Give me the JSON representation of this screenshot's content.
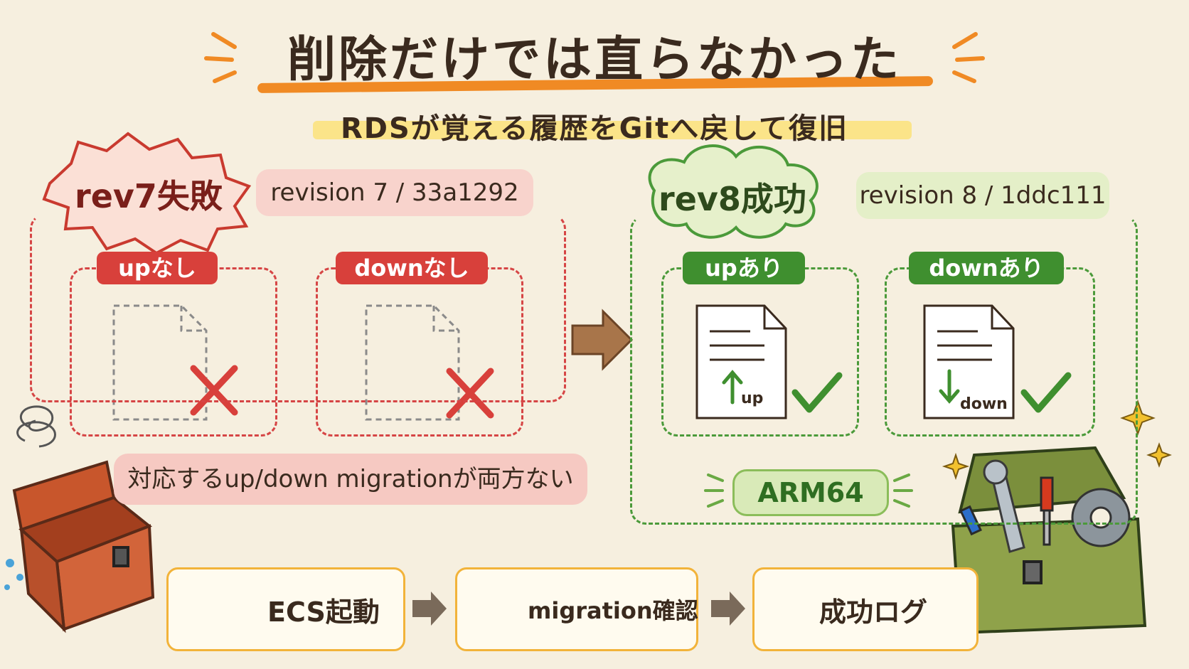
{
  "title": "削除だけでは直らなかった",
  "subtitle": "RDSが覚える履歴をGitへ戻して復旧",
  "left": {
    "badge": "rev7失敗",
    "revision": "revision 7 / 33a1292",
    "up_label": "upなし",
    "down_label": "downなし",
    "note": "対応するup/down migrationが両方ない"
  },
  "right": {
    "badge": "rev8成功",
    "revision": "revision 8 / 1ddc111",
    "up_label": "upあり",
    "down_label": "downあり",
    "up_file_text": "up",
    "down_file_text": "down",
    "arch": "ARM64"
  },
  "steps": [
    {
      "logo": "aws",
      "label": "ECS起動"
    },
    {
      "label": "migration確認"
    },
    {
      "label": "成功ログ"
    }
  ],
  "colors": {
    "failure": "#d8403b",
    "success": "#3f8f2f",
    "accent": "#f08a24",
    "step_border": "#f2b33a",
    "background": "#f6efdf"
  }
}
